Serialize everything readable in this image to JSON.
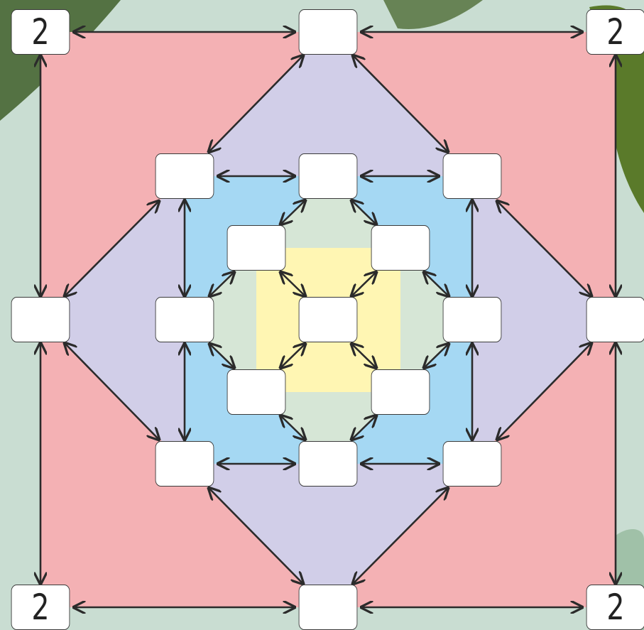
{
  "puzzle": {
    "cells": {
      "outer_top_left": "2",
      "outer_top_mid": "",
      "outer_top_right": "2",
      "outer_mid_left": "",
      "outer_mid_right": "",
      "outer_bottom_left": "2",
      "outer_bottom_mid": "",
      "outer_bottom_right": "2",
      "ring2_top_left": "",
      "ring2_top_mid": "",
      "ring2_top_right": "",
      "ring2_mid_left": "",
      "ring2_mid_right": "",
      "ring2_bottom_left": "",
      "ring2_bottom_mid": "",
      "ring2_bottom_right": "",
      "inner_top_left": "",
      "inner_top_right": "",
      "inner_bottom_left": "",
      "inner_bottom_right": "",
      "center": ""
    }
  },
  "colors": {
    "background": "#c9ddd2",
    "leaf_dark": "#3f5f2a",
    "leaf_light": "#8fb595",
    "region_pink": "#f4b1b4",
    "region_purple": "#d1cee8",
    "region_blue": "#a5d8f3",
    "region_green": "#d6e6d6",
    "region_yellow": "#fff6b3",
    "arrow": "#2b2b2b"
  }
}
